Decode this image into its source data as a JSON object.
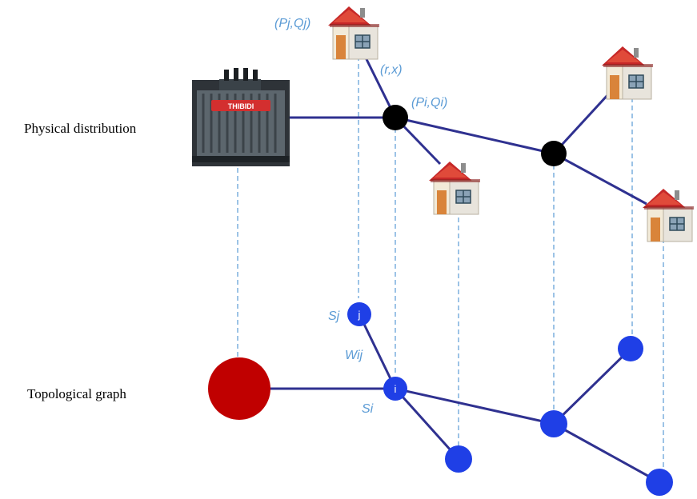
{
  "labels": {
    "physical": "Physical distribution",
    "topological": "Topological graph"
  },
  "annotations": {
    "pj_qj": "(Pj,Qj)",
    "r_x": "(r,x)",
    "pi_qi": "(Pi,Qi)",
    "sj": "Sj",
    "wij": "Wij",
    "si": "Si"
  },
  "node_letters": {
    "j": "j",
    "i": "i"
  },
  "transformer_brand": "THIBIDI",
  "icons": {
    "transformer": "transformer-icon",
    "house": "house-icon"
  },
  "colors": {
    "line": "#2f3190",
    "annotation": "#5b9bd5",
    "junction": "#000000",
    "graph_node": "#1f3fe6",
    "root_node": "#c00000",
    "dashed": "#5b9bd5",
    "roof": "#c62828",
    "wall": "#f3efe3",
    "door": "#d9843a"
  }
}
